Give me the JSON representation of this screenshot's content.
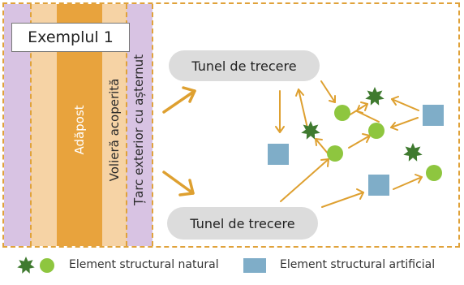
{
  "title": "Exemplul 1",
  "zones": {
    "shelter": "Adăpost",
    "covered_aviary": "Volieră acoperită",
    "outdoor_pen": "Țarc exterior cu așternut"
  },
  "tunnels": {
    "top": "Tunel de trecere",
    "bottom": "Tunel de trecere"
  },
  "legend": {
    "natural": "Element structural natural",
    "artificial": "Element structural artificial"
  },
  "colors": {
    "arrow": "#dea030",
    "plant": "#3f7a2f",
    "circle": "#8ec63f",
    "square": "#7fadc8"
  }
}
